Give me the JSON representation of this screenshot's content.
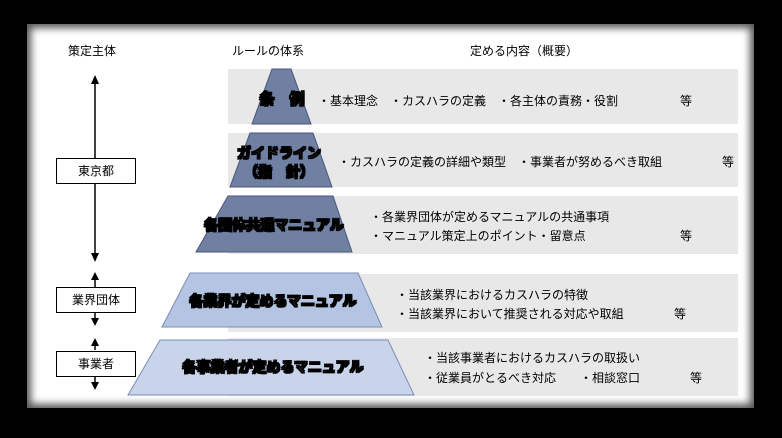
{
  "headers": {
    "actor": "策定主体",
    "system": "ルールの体系",
    "content": "定める内容（概要）"
  },
  "actors": {
    "tokyo": "東京都",
    "industry": "業界団体",
    "business": "事業者"
  },
  "tiers": [
    {
      "label": "条　例",
      "bullets": [
        "・基本理念　・カスハラの定義　・各主体の責務・役割"
      ],
      "etc": "等"
    },
    {
      "label_line1": "ガイドライン",
      "label_line2": "（指　針）",
      "bullets": [
        "・カスハラの定義の詳細や類型　・事業者が努めるべき取組"
      ],
      "etc": "等"
    },
    {
      "label": "各団体共通マニュアル",
      "bullets": [
        "・各業界団体が定めるマニュアルの共通事項",
        "・マニュアル策定上のポイント・留意点"
      ],
      "etc": "等"
    },
    {
      "label": "各業界が定めるマニュアル",
      "bullets": [
        "・当該業界におけるカスハラの特徴",
        "・当該業界において推奨される対応や取組"
      ],
      "etc": "等"
    },
    {
      "label": "各事業者が定めるマニュアル",
      "bullets": [
        "・当該事業者におけるカスハラの取扱い",
        "・従業員がとるべき対応　　・相談窓口"
      ],
      "etc": "等"
    }
  ],
  "colors": {
    "dark_tier": "#6f80a3",
    "light_tier": "#b4c5e4",
    "lighter_tier": "#c7d4ea",
    "band": "#e8e8e8"
  }
}
